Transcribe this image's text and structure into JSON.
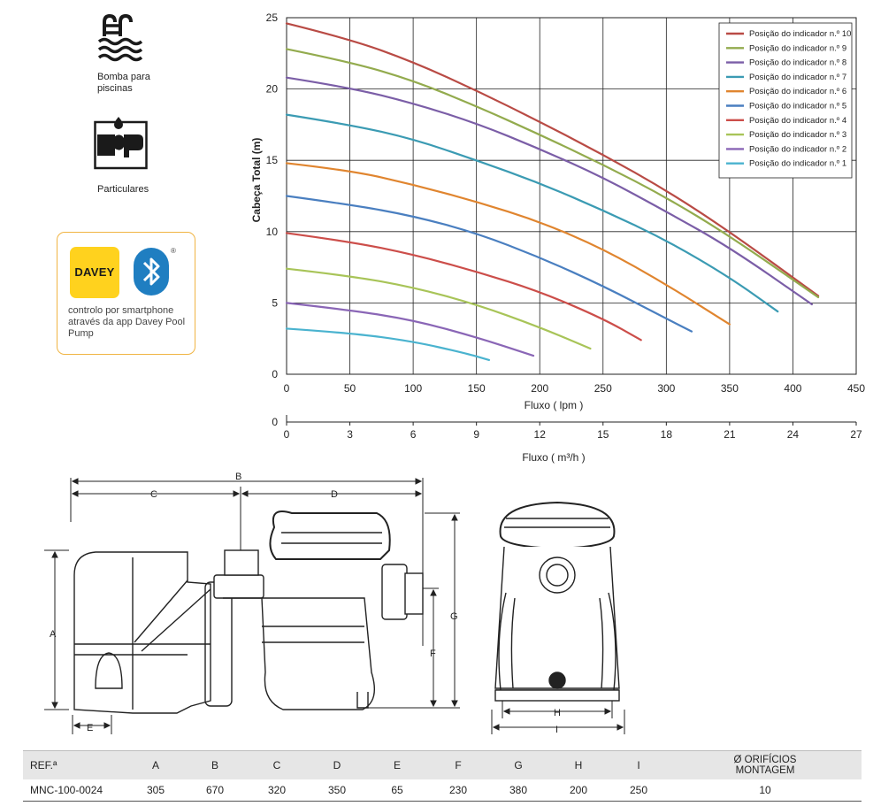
{
  "sidebar": {
    "pool_label_line1": "Bomba para",
    "pool_label_line2": "piscinas",
    "particular_label": "Particulares",
    "badge": {
      "brand": "DAVEY",
      "text": "controlo por smartphone através da app Davey Pool Pump"
    }
  },
  "chart_data": {
    "type": "line",
    "title": "",
    "xlabel": "Fluxo ( lpm )",
    "ylabel": "Cabeça Total (m)",
    "xlim": [
      0,
      450
    ],
    "ylim": [
      0,
      25
    ],
    "x_ticks": [
      "0",
      "50",
      "100",
      "150",
      "200",
      "250",
      "300",
      "350",
      "400",
      "450"
    ],
    "y_ticks": [
      "0",
      "5",
      "10",
      "15",
      "20",
      "25"
    ],
    "grid": true,
    "legend_position": "top-right",
    "secondary_axis": {
      "xlabel": "Fluxo ( m³/h )",
      "ticks": [
        "0",
        "3",
        "6",
        "9",
        "12",
        "15",
        "18",
        "21",
        "24",
        "27"
      ],
      "y_label": "0"
    },
    "series": [
      {
        "name": "Posição do indicador n.º 10",
        "color": "#b94b45",
        "x": [
          0,
          50,
          100,
          150,
          200,
          250,
          300,
          350,
          420
        ],
        "y": [
          24.6,
          23.5,
          21.9,
          19.9,
          17.7,
          15.4,
          12.9,
          10.0,
          5.5
        ]
      },
      {
        "name": "Posição do indicador n.º 9",
        "color": "#93ab4e",
        "x": [
          0,
          50,
          100,
          150,
          200,
          250,
          300,
          350,
          420
        ],
        "y": [
          22.8,
          21.9,
          20.6,
          18.8,
          16.8,
          14.7,
          12.4,
          9.7,
          5.4
        ]
      },
      {
        "name": "Posição do indicador n.º 8",
        "color": "#7b5ea7",
        "x": [
          0,
          50,
          100,
          150,
          200,
          250,
          300,
          350,
          415
        ],
        "y": [
          20.8,
          20.1,
          19.0,
          17.6,
          15.8,
          13.8,
          11.4,
          8.9,
          4.9
        ]
      },
      {
        "name": "Posição do indicador n.º 7",
        "color": "#3b9bb3",
        "x": [
          0,
          50,
          100,
          150,
          200,
          250,
          300,
          350,
          388
        ],
        "y": [
          18.2,
          17.5,
          16.5,
          15.0,
          13.4,
          11.5,
          9.4,
          6.8,
          4.4
        ]
      },
      {
        "name": "Posição do indicador n.º 6",
        "color": "#e0852f",
        "x": [
          0,
          50,
          100,
          150,
          200,
          250,
          300,
          350
        ],
        "y": [
          14.8,
          14.3,
          13.3,
          12.1,
          10.7,
          8.8,
          6.3,
          3.5
        ]
      },
      {
        "name": "Posição do indicador n.º 5",
        "color": "#4a7fc0",
        "x": [
          0,
          50,
          100,
          150,
          200,
          250,
          300,
          320
        ],
        "y": [
          12.5,
          11.9,
          11.1,
          9.9,
          8.2,
          6.2,
          3.9,
          3.0
        ]
      },
      {
        "name": "Posição do indicador n.º 4",
        "color": "#cc4e4a",
        "x": [
          0,
          50,
          100,
          150,
          200,
          250,
          280
        ],
        "y": [
          9.9,
          9.3,
          8.4,
          7.2,
          5.8,
          3.9,
          2.4
        ]
      },
      {
        "name": "Posição do indicador n.º 3",
        "color": "#a8c458",
        "x": [
          0,
          50,
          100,
          150,
          200,
          240
        ],
        "y": [
          7.4,
          6.9,
          6.1,
          4.9,
          3.3,
          1.8
        ]
      },
      {
        "name": "Posição do indicador n.º 2",
        "color": "#8a66b6",
        "x": [
          0,
          50,
          100,
          150,
          195
        ],
        "y": [
          5.0,
          4.5,
          3.8,
          2.6,
          1.3
        ]
      },
      {
        "name": "Posição do indicador n.º 1",
        "color": "#4ab3cf",
        "x": [
          0,
          50,
          100,
          140,
          160
        ],
        "y": [
          3.2,
          2.9,
          2.3,
          1.5,
          1.0
        ]
      }
    ]
  },
  "drawing": {
    "dims": {
      "A": "A",
      "B": "B",
      "C": "C",
      "D": "D",
      "E": "E",
      "F": "F",
      "G": "G",
      "H": "H",
      "I": "I"
    }
  },
  "table": {
    "headers": [
      "REF.ª",
      "A",
      "B",
      "C",
      "D",
      "E",
      "F",
      "G",
      "H",
      "I"
    ],
    "last_header_line1": "Ø ORIFÍCIOS",
    "last_header_line2": "MONTAGEM",
    "row": [
      "MNC-100-0024",
      "305",
      "670",
      "320",
      "350",
      "65",
      "230",
      "380",
      "200",
      "250",
      "10"
    ]
  }
}
